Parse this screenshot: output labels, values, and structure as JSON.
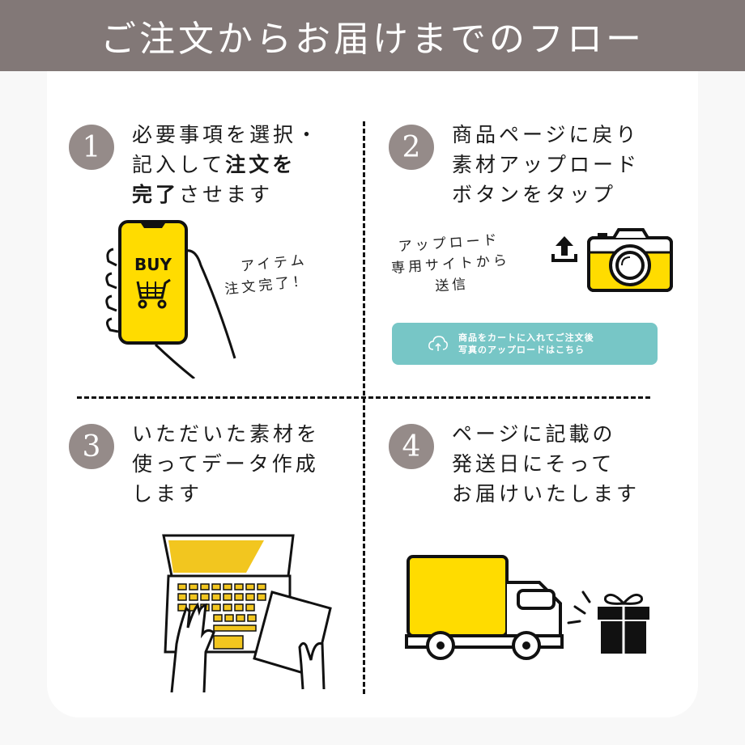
{
  "header": {
    "title": "ご注文からお届けまでのフロー"
  },
  "colors": {
    "header_bg": "#827877",
    "badge": "#958b89",
    "accent_yellow": "#ffdc00",
    "button_teal": "#77c6c6"
  },
  "steps": [
    {
      "number": "1",
      "lines": [
        "必要事項を選択・",
        "記入して",
        "注文を",
        "完了",
        "させます"
      ]
    },
    {
      "number": "2",
      "lines": [
        "商品ページに戻り",
        "素材アップロード",
        "ボタンをタップ"
      ]
    },
    {
      "number": "3",
      "lines": [
        "いただいた素材を",
        "使ってデータ作成",
        "します"
      ]
    },
    {
      "number": "4",
      "lines": [
        "ページに記載の",
        "発送日にそって",
        "お届けいたします"
      ]
    }
  ],
  "step1_illustration": {
    "phone_label": "BUY",
    "note_line1": "アイテム",
    "note_line2": "注文完了！"
  },
  "step2_illustration": {
    "note_line1": "アップロード",
    "note_line2": "専用サイトから",
    "note_line3": "送信"
  },
  "upload_button": {
    "line1": "商品をカートに入れてご注文後",
    "line2": "写真のアップロードはこちら",
    "icon": "cloud-upload-icon"
  }
}
